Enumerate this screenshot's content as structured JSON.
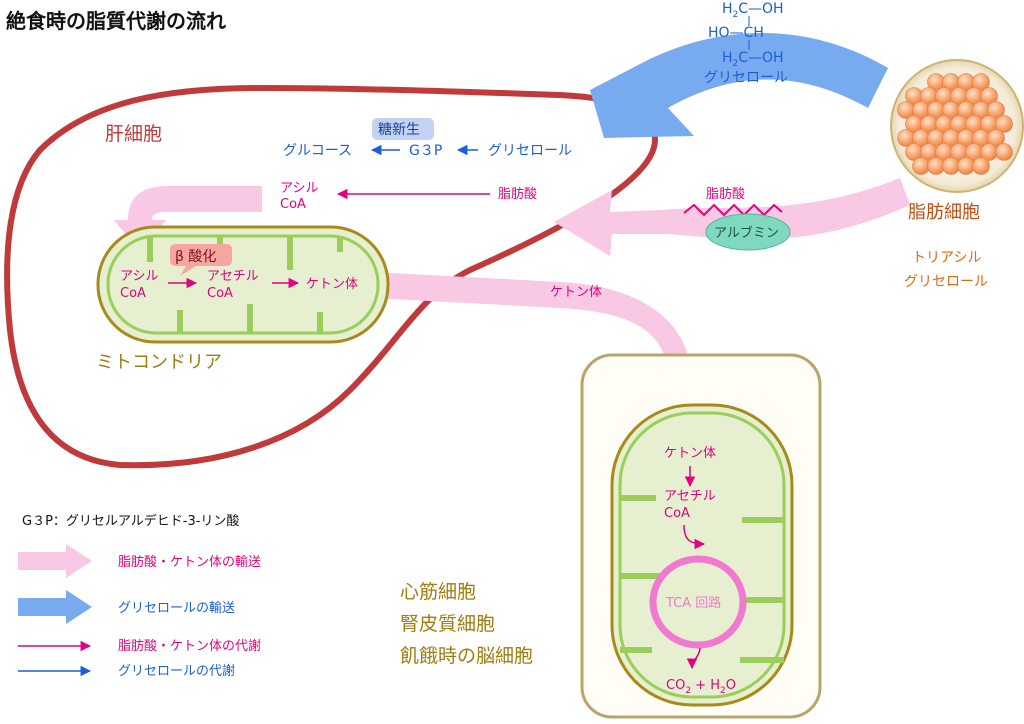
{
  "title": "絶食時の脂質代謝の流れ",
  "glycerol_structure": {
    "line1_left": "H",
    "line1_sub": "2",
    "line1_right": "C—OH",
    "line2": "HO—CH",
    "line3_left": "H",
    "line3_sub": "2",
    "line3_right": "C—OH",
    "name": "グリセロール"
  },
  "liver": {
    "label": "肝細胞",
    "gluconeogenesis_badge": "糖新生",
    "glucose": "グルコース",
    "g3p": "G３P",
    "glycerol": "グリセロール",
    "acyl_coa_line1": "アシル",
    "acyl_coa_line2": "CoA",
    "fatty_acid": "脂肪酸"
  },
  "mitochondria_liver": {
    "label": "ミトコンドリア",
    "beta_oxidation": "β 酸化",
    "acyl_line1": "アシル",
    "acyl_line2": "CoA",
    "acetyl_line1": "アセチル",
    "acetyl_line2": "CoA",
    "ketone": "ケトン体"
  },
  "adipocyte": {
    "label": "脂肪細胞",
    "tg_line1": "トリアシル",
    "tg_line2": "グリセロール",
    "fatty_acid": "脂肪酸",
    "albumin": "アルブミン"
  },
  "transport": {
    "ketone": "ケトン体"
  },
  "target_cell": {
    "label_line1": "心筋細胞",
    "label_line2": "腎皮質細胞",
    "label_line3": "飢餓時の脳細胞",
    "ketone": "ケトン体",
    "acetyl_line1": "アセチル",
    "acetyl_line2": "CoA",
    "tca": "TCA 回路",
    "co2": "CO",
    "co2_sub": "2",
    "plus": " + H",
    "h2o_sub": "2",
    "h2o_o": "O"
  },
  "legend": {
    "g3p_definition": "G３P：グリセルアルデヒド-3-リン酸",
    "items": [
      {
        "label": "脂肪酸・ケトン体の輸送",
        "kind": "wide-pink"
      },
      {
        "label": "グリセロールの輸送",
        "kind": "wide-blue"
      },
      {
        "label": "脂肪酸・ケトン体の代謝",
        "kind": "thin-magenta"
      },
      {
        "label": "グリセロールの代謝",
        "kind": "thin-blue"
      }
    ]
  },
  "colors": {
    "liver_outline": "#c0393b",
    "mito_outline": "#a88a1c",
    "mito_fill": "#e6efcf",
    "mito_inner": "#9acd5a",
    "pink_arrow": "#f9c8e4",
    "blue_arrow": "#78aaf0",
    "magenta": "#e4007f",
    "blue": "#1a5fd6",
    "fat_orange": "#f7a56c",
    "albumin": "#7fd9c0"
  }
}
